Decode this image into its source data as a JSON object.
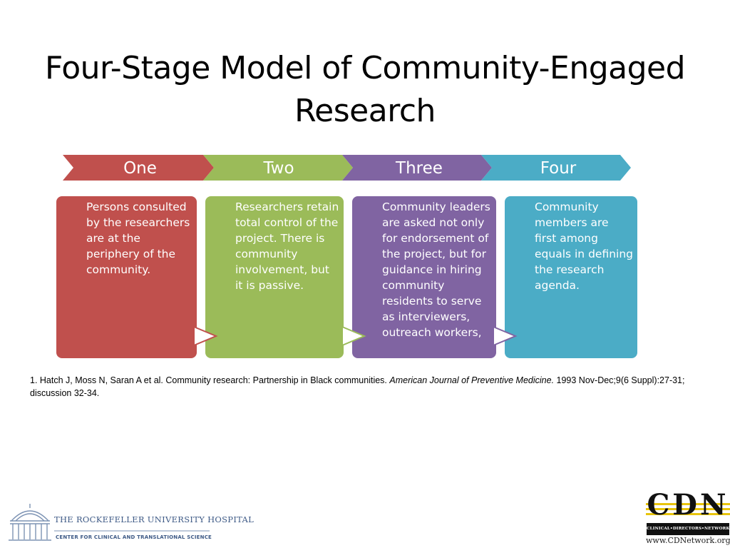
{
  "slide": {
    "title": "Four-Stage Model of Community-Engaged Research"
  },
  "stages": [
    {
      "label": "One",
      "description": "Persons consulted by the researchers are at the periphery of the community.",
      "color": "#c0504d"
    },
    {
      "label": "Two",
      "description": "Researchers retain total control of the project.  There is community involvement, but it is passive.",
      "color": "#9bbb59"
    },
    {
      "label": "Three",
      "description": "Community leaders are asked not only for endorsement of the project, but for guidance in hiring community residents to serve as interviewers, outreach workers,",
      "color": "#8064a2"
    },
    {
      "label": "Four",
      "description": "Community members are first among equals in defining the research agenda.",
      "color": "#4bacc6"
    }
  ],
  "citation": {
    "prefix": "1. Hatch J, Moss N, Saran A et al. Community research: Partnership in Black communities. ",
    "journal": "American Journal of Preventive Medicine.",
    "suffix": " 1993 Nov-Dec;9(6 Suppl):27-31; discussion 32-34."
  },
  "logos": {
    "rockefeller_name": "THE ROCKEFELLER UNIVERSITY HOSPITAL",
    "rockefeller_sub": "CENTER FOR CLINICAL AND TRANSLATIONAL SCIENCE",
    "cdn_letters": "CDN",
    "cdn_tagline": "CLINICAL•DIRECTORS•NETWORK",
    "cdn_url": "www.CDNetwork.org"
  }
}
